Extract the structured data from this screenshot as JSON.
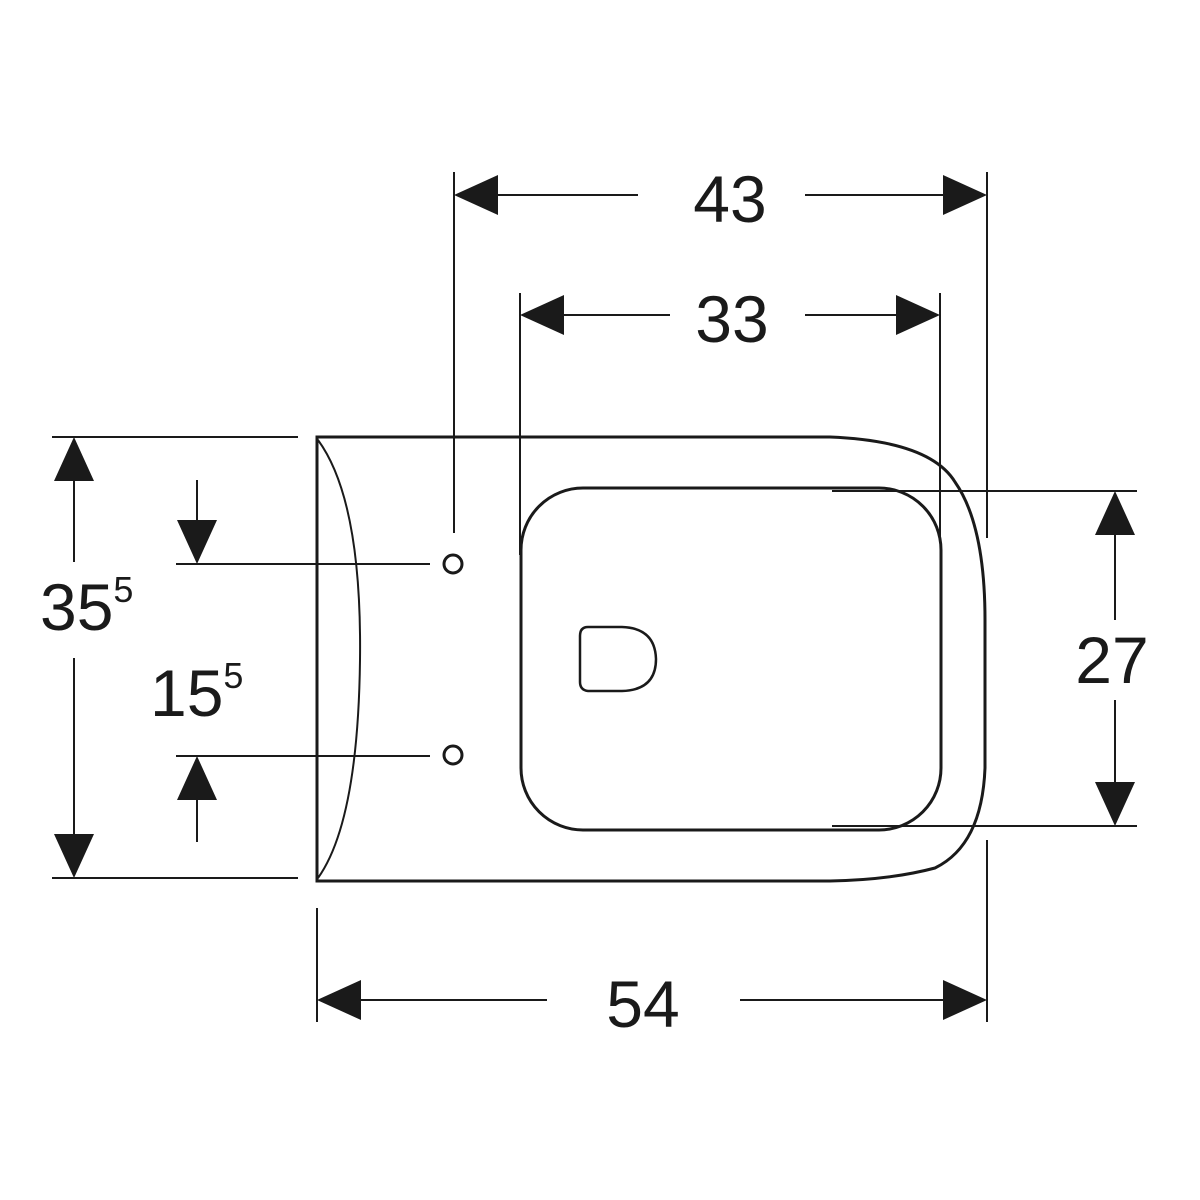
{
  "dimensions": {
    "overall_width": {
      "value": "43",
      "sup": ""
    },
    "bowl_width": {
      "value": "33",
      "sup": ""
    },
    "total_length": {
      "value": "54",
      "sup": ""
    },
    "rim_height": {
      "value": "35",
      "sup": "5"
    },
    "fixing_spacing": {
      "value": "15",
      "sup": "5"
    },
    "bowl_depth": {
      "value": "27",
      "sup": ""
    }
  },
  "colors": {
    "line": "#1a1a1a",
    "background": "#ffffff"
  }
}
